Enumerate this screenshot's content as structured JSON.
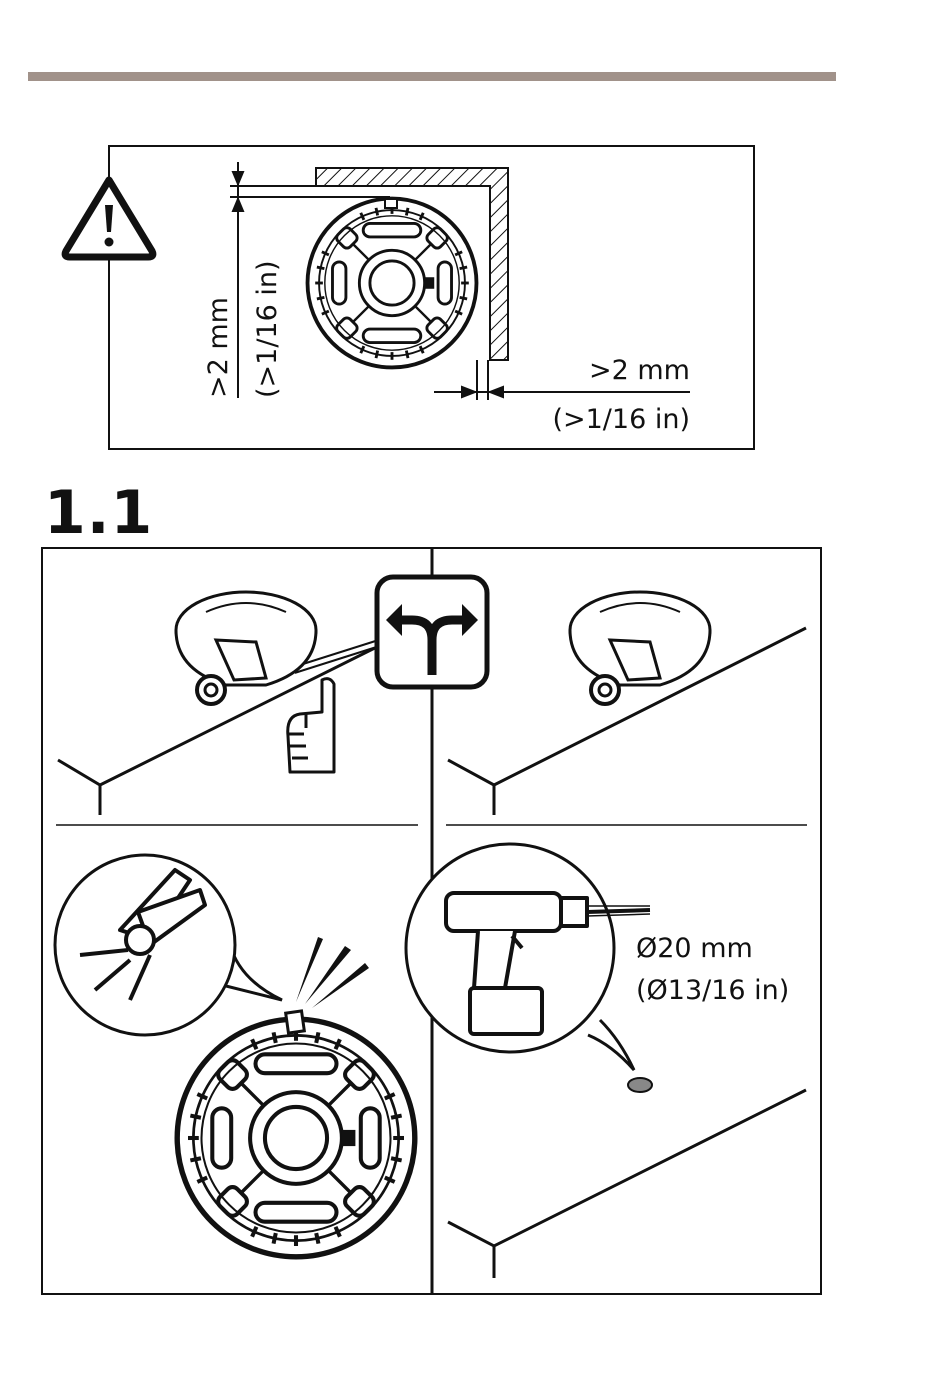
{
  "header": {
    "accent_color": "#a1928a"
  },
  "clearance_figure": {
    "vertical_value": ">2 mm",
    "vertical_imperial": "(>1/16 in)",
    "horizontal_value": ">2 mm",
    "horizontal_imperial": "(>1/16 in)"
  },
  "step": {
    "number": "1.1"
  },
  "drill_spec": {
    "metric": "Ø20 mm",
    "imperial": "(Ø13/16 in)"
  }
}
